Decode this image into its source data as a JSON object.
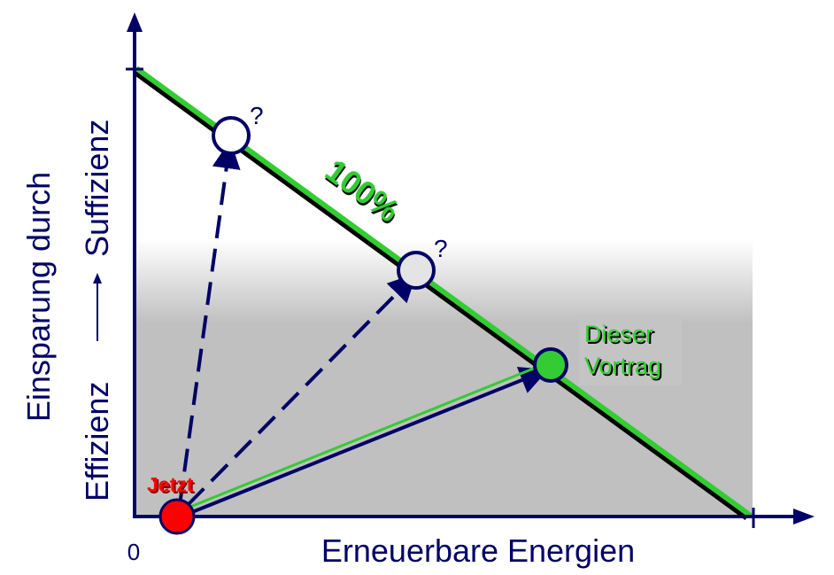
{
  "diagram": {
    "y_axis_label_line1": "Einsparung durch",
    "y_axis_label_line2_left": "Effizienz",
    "y_axis_label_line2_right": "Suffizienz",
    "x_axis_label": "Erneuerbare Energien",
    "origin_label": "0",
    "line_label": "100%",
    "question_mark_1": "?",
    "question_mark_2": "?",
    "current_label": "Jetzt",
    "target_label_line1": "Dieser",
    "target_label_line2": "Vortrag"
  },
  "colors": {
    "axis": "#000066",
    "green": "#33cc33",
    "red": "#ff0000",
    "gray": "#c0c0c0"
  }
}
